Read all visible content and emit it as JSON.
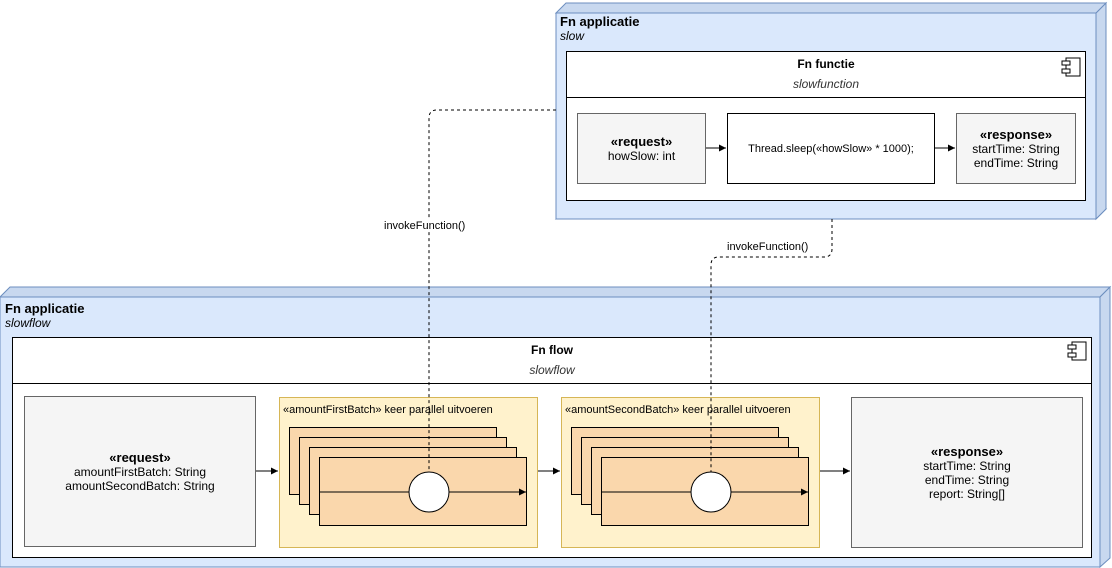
{
  "top_app": {
    "title": "Fn applicatie",
    "subtitle": "slow",
    "component": {
      "name": "Fn functie",
      "subtitle": "slowfunction",
      "request": {
        "stereotype": "«request»",
        "fields": [
          "howSlow: int"
        ]
      },
      "code": "Thread.sleep(«howSlow» * 1000);",
      "response": {
        "stereotype": "«response»",
        "fields": [
          "startTime: String",
          "endTime: String"
        ]
      }
    }
  },
  "bottom_app": {
    "title": "Fn applicatie",
    "subtitle": "slowflow",
    "component": {
      "name": "Fn flow",
      "subtitle": "slowflow",
      "request": {
        "stereotype": "«request»",
        "fields": [
          "amountFirstBatch: String",
          "amountSecondBatch: String"
        ]
      },
      "batch1": {
        "label": "«amountFirstBatch» keer parallel uitvoeren"
      },
      "batch2": {
        "label": "«amountSecondBatch» keer parallel uitvoeren"
      },
      "response": {
        "stereotype": "«response»",
        "fields": [
          "startTime: String",
          "endTime: String",
          "report: String[]"
        ]
      }
    }
  },
  "edges": {
    "invoke1": "invokeFunction()",
    "invoke2": "invokeFunction()"
  },
  "icons": {
    "component": "uml-component-icon",
    "node": "3d-node-box"
  },
  "colors": {
    "node_fill": "#dae8fc",
    "node_stroke": "#6c8ebf",
    "batch_fill": "#fff2cc",
    "batch_stroke": "#d6b656",
    "card_fill": "#fad7ac",
    "grey_fill": "#f5f5f5"
  }
}
